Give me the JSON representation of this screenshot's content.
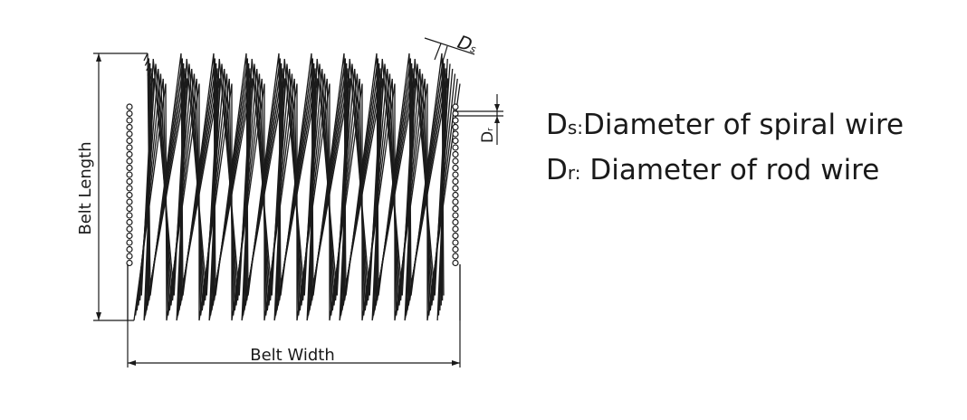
{
  "diagram": {
    "labels": {
      "belt_length": "Belt Length",
      "belt_width": "Belt Width",
      "ds_symbol": "D",
      "ds_subscript": "s",
      "dr_symbol": "D",
      "dr_subscript": "r"
    },
    "legend": [
      {
        "symbol": "D",
        "subscript": "s:",
        "text": "Diameter of spiral wire"
      },
      {
        "symbol": "D",
        "subscript": "r:",
        "text": " Diameter of rod wire"
      }
    ],
    "colors": {
      "line": "#1a1a1a",
      "background": "#ffffff"
    }
  }
}
